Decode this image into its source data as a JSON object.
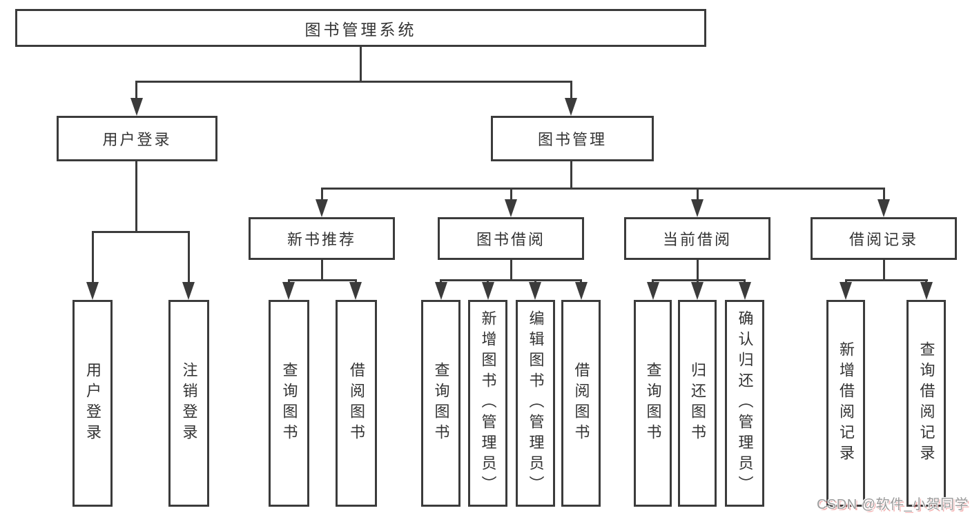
{
  "diagram": {
    "root": {
      "label": "图书管理系统"
    },
    "level1": [
      {
        "label": "用户登录",
        "children": [
          "用户登录",
          "注销登录"
        ]
      },
      {
        "label": "图书管理",
        "children": [
          {
            "label": "新书推荐",
            "children": [
              "查询图书",
              "借阅图书"
            ]
          },
          {
            "label": "图书借阅",
            "children": [
              "查询图书",
              "新增图书（管理员）",
              "编辑图书（管理员）",
              "借阅图书"
            ]
          },
          {
            "label": "当前借阅",
            "children": [
              "查询图书",
              "归还图书",
              "确认归还（管理员）"
            ]
          },
          {
            "label": "借阅记录",
            "children": [
              "新增借阅记录",
              "查询借阅记录"
            ]
          }
        ]
      }
    ]
  },
  "watermark": {
    "text": "CSDN @软件_小贺同学"
  },
  "colors": {
    "line": "#3b3b3b",
    "box_border": "#3b3b3b",
    "text": "#333333",
    "background": "#ffffff",
    "watermark": "#9b9b9b"
  }
}
